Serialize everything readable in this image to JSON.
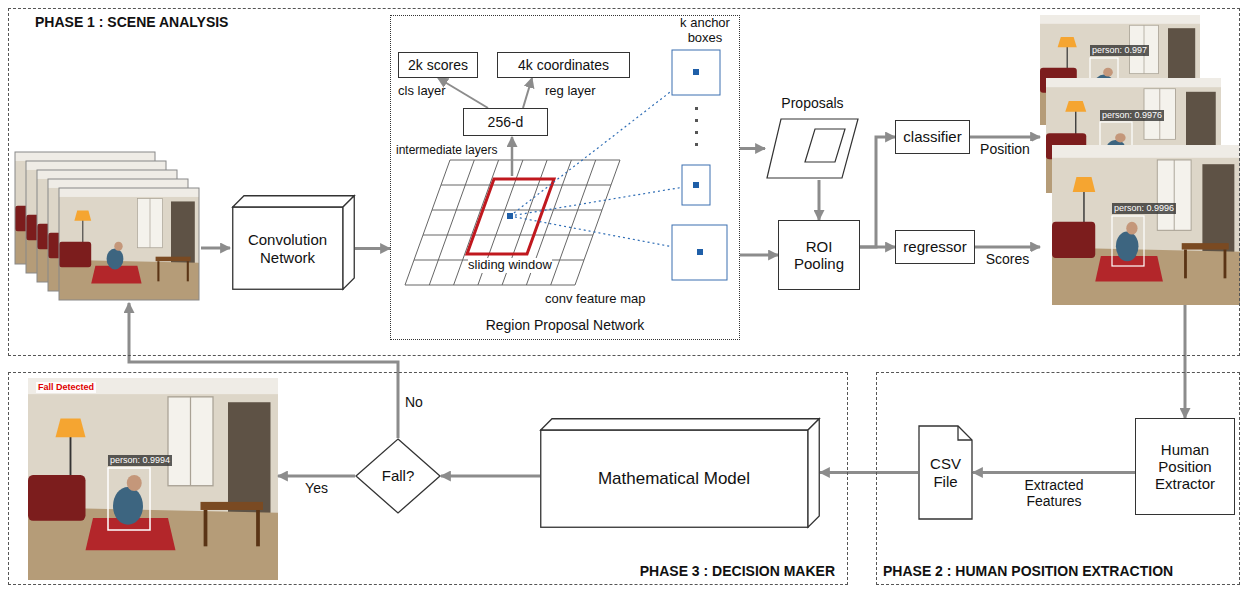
{
  "diagram": {
    "nodes": [
      {
        "text": [
          "PHASE 1 : SCENE ANALYSIS"
        ]
      },
      {
        "text": [
          "Convolution Network"
        ],
        "in": 0
      },
      {
        "text": [
          "Region Proposal Network"
        ],
        "in": 0
      },
      {
        "text": [
          "2k scores"
        ],
        "in": 2
      },
      {
        "text": [
          "4k coordinates"
        ],
        "in": 2
      },
      {
        "text": [
          "256-d"
        ],
        "in": 2
      },
      {
        "text": [
          "Proposals"
        ],
        "in": 0
      },
      {
        "text": [
          "ROI Pooling"
        ],
        "in": 0
      },
      {
        "text": [
          "classifier"
        ],
        "in": 0
      },
      {
        "text": [
          "regressor"
        ],
        "in": 0
      },
      {
        "text": [
          "person: 0.997",
          "person: 0.9976",
          "person: 0.9996"
        ],
        "in": 0
      },
      {
        "text": [
          "PHASE 2 : HUMAN POSITION EXTRACTION"
        ]
      },
      {
        "text": [
          "Human Position Extractor"
        ],
        "in": 11
      },
      {
        "text": [
          "CSV File"
        ],
        "in": 11
      },
      {
        "text": [
          "PHASE 3 : DECISION MAKER"
        ]
      },
      {
        "text": [
          "Mathematical Model"
        ],
        "in": 14
      },
      {
        "text": [
          "Fall?"
        ],
        "in": 14
      },
      {
        "text": [
          "Fall Detected",
          "person: 0.9994"
        ],
        "in": 14
      }
    ],
    "edges": [
      {
        "from": 1,
        "to": 2,
        "arrow": "to"
      },
      {
        "from": 5,
        "to": 3,
        "arrow": "to"
      },
      {
        "from": 5,
        "to": 4,
        "arrow": "to"
      },
      {
        "from": 2,
        "to": 6,
        "arrow": "to"
      },
      {
        "from": 2,
        "to": 7,
        "arrow": "to"
      },
      {
        "from": 6,
        "to": 7,
        "arrow": "to"
      },
      {
        "from": 7,
        "to": 8,
        "arrow": "to"
      },
      {
        "from": 7,
        "to": 9,
        "arrow": "to"
      },
      {
        "from": 8,
        "to": 10,
        "label": "Position",
        "arrow": "to"
      },
      {
        "from": 9,
        "to": 10,
        "label": "Scores",
        "arrow": "to"
      },
      {
        "from": 10,
        "to": 12,
        "arrow": "to"
      },
      {
        "from": 12,
        "to": 13,
        "label": "Extracted Features",
        "arrow": "to"
      },
      {
        "from": 13,
        "to": 15,
        "arrow": "to"
      },
      {
        "from": 15,
        "to": 16,
        "arrow": "to"
      },
      {
        "from": 16,
        "to": 17,
        "label": "Yes",
        "arrow": "to"
      }
    ],
    "labels": [
      "cls layer",
      "reg layer",
      "k anchor boxes",
      "intermediate layers",
      "sliding window",
      "conv feature map",
      "No"
    ]
  }
}
